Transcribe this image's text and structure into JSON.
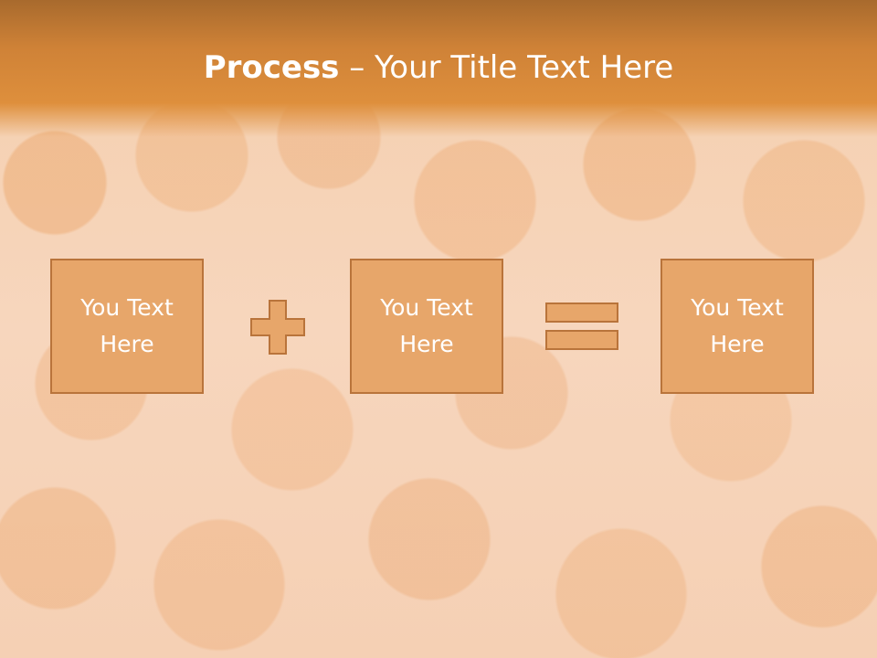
{
  "title": {
    "bold": "Process",
    "rest": " – Your Title Text Here"
  },
  "boxes": [
    {
      "text": "You Text\nHere"
    },
    {
      "text": "You Text\nHere"
    },
    {
      "text": "You Text\nHere"
    }
  ],
  "operators": [
    "plus-icon",
    "equals-icon"
  ],
  "colors": {
    "header": "#de8f3c",
    "box_fill": "#e7a66a",
    "box_border": "#b9743b",
    "text": "#ffffff"
  }
}
